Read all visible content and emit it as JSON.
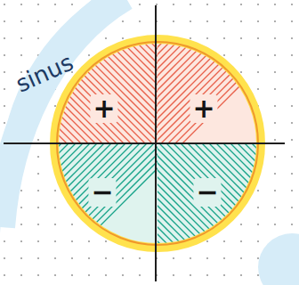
{
  "diagram": {
    "labels": [
      "sinus",
      "+",
      "+",
      "−",
      "−"
    ]
  }
}
